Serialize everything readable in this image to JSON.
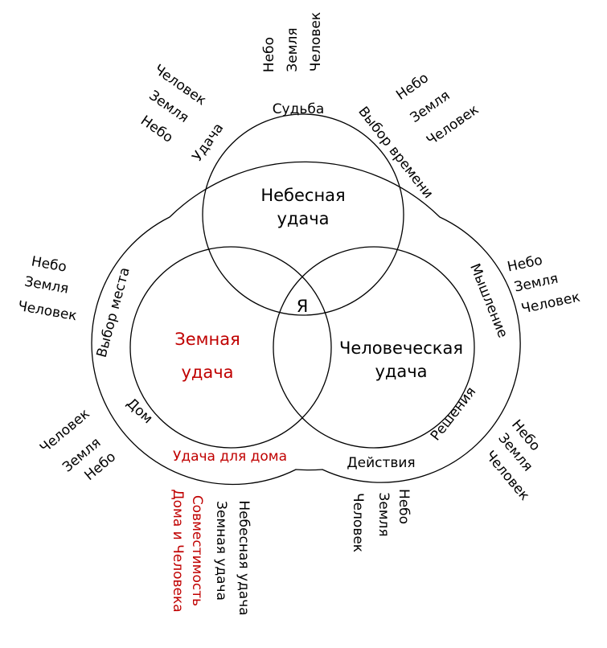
{
  "colors": {
    "stroke": "#000000",
    "text": "#000000",
    "accent": "#c00000"
  },
  "circles": {
    "heaven": [
      "Небесная",
      "удача"
    ],
    "earth": [
      "Земная",
      "удача"
    ],
    "human": [
      "Человеческая",
      "удача"
    ],
    "center": "Я"
  },
  "arc_labels": {
    "fate": "Судьба",
    "luck": "Удача",
    "time_choice": "Выбор времени",
    "thinking": "Мышление",
    "decisions": "Решения",
    "actions": "Действия",
    "home_luck": "Удача для дома",
    "home": "Дом",
    "place_choice": "Выбор места"
  },
  "triads": {
    "top": [
      "Небо",
      "Земля",
      "Человек"
    ],
    "top_left": [
      "Человек",
      "Земля",
      "Небо"
    ],
    "top_right": [
      "Небо",
      "Земля",
      "Человек"
    ],
    "right_upper": [
      "Небо",
      "Земля",
      "Человек"
    ],
    "right_lower": [
      "Небо",
      "Земля",
      "Человек"
    ],
    "bottom_right": [
      "Небо",
      "Земля",
      "Человек"
    ],
    "left_upper": [
      "Небо",
      "Земля",
      "Человек"
    ],
    "left_lower": [
      "Человек",
      "Земля",
      "Небо"
    ]
  },
  "bottom_left_notes": {
    "black": [
      "Небесная удача",
      "Земная удача"
    ],
    "red": [
      "Совместимость",
      "Дома и Человека"
    ]
  }
}
